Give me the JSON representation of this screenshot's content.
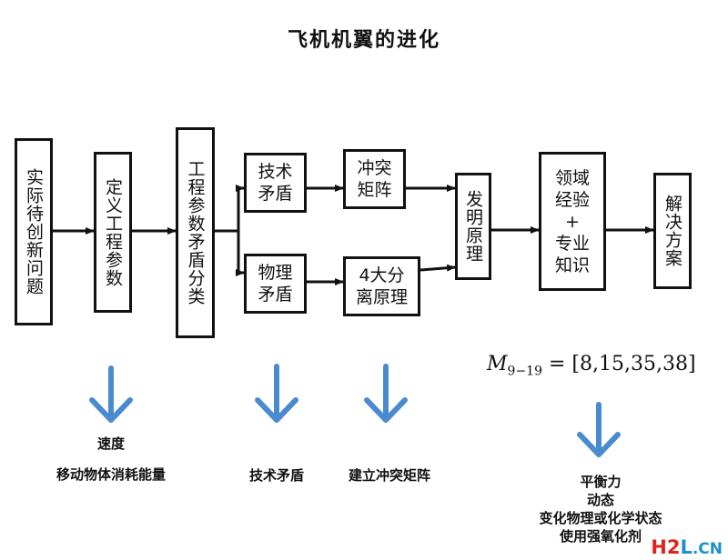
{
  "title": "飞机机翼的进化",
  "nodes": {
    "actual_problem": "实际待创新问题",
    "define_params": "定义工程参数",
    "classify": "工程参数矛盾分类",
    "tech_contradiction": [
      "技术",
      "矛盾"
    ],
    "physical_contradiction": [
      "物理",
      "矛盾"
    ],
    "conflict_matrix": [
      "冲突",
      "矩阵"
    ],
    "separation": [
      "4大分",
      "离原理"
    ],
    "inventive_principles": "发明原理",
    "domain_knowledge": [
      "领域",
      "经验",
      "+",
      "专业",
      "知识"
    ],
    "solution": "解决方案"
  },
  "formula": {
    "symbol": "M",
    "subscript": "9−19",
    "rhs": "= [8,15,35,38]"
  },
  "annotations": {
    "speed": [
      "速度",
      "移动物体消耗能量"
    ],
    "tech": [
      "技术矛盾"
    ],
    "matrix": [
      "建立冲突矩阵"
    ],
    "principles": [
      "平衡力",
      "动态",
      "变化物理或化学状态",
      "使用强氧化剂"
    ]
  },
  "watermark": {
    "h2": "H2",
    "l": "L",
    "cn": ".CN"
  },
  "colors": {
    "arrow_blue": "#4a8bd0",
    "line": "#111111"
  }
}
